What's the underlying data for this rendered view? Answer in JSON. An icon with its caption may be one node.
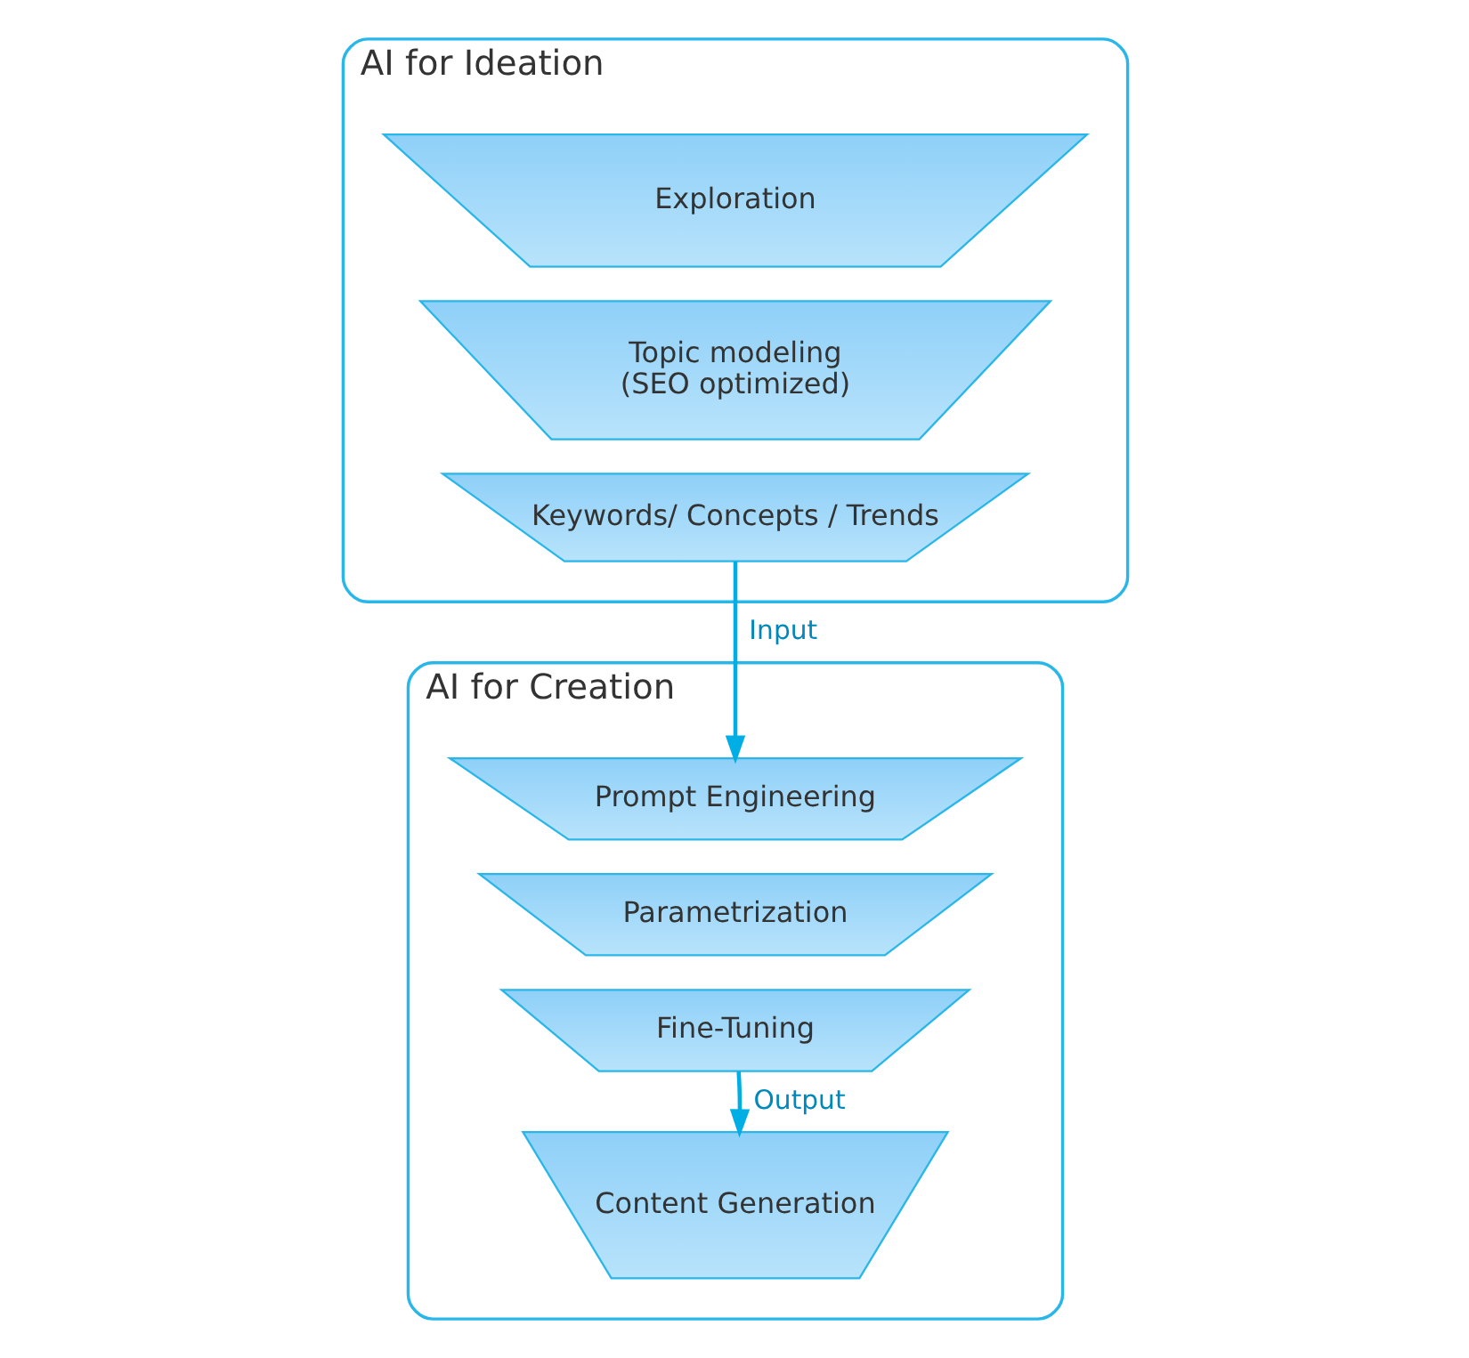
{
  "diagram": {
    "nodes": [
      {
        "text": [
          "AI for Ideation"
        ]
      },
      {
        "text": [
          "Exploration"
        ],
        "in": 0
      },
      {
        "text": [
          "Topic modeling",
          "(SEO optimized)"
        ],
        "in": 0
      },
      {
        "text": [
          "Keywords/ Concepts / Trends"
        ],
        "in": 0
      },
      {
        "text": [
          "AI for Creation"
        ]
      },
      {
        "text": [
          "Prompt Engineering"
        ],
        "in": 4
      },
      {
        "text": [
          "Parametrization"
        ],
        "in": 4
      },
      {
        "text": [
          "Fine-Tuning"
        ],
        "in": 4
      },
      {
        "text": [
          "Content Generation"
        ],
        "in": 4
      }
    ],
    "edges": [
      {
        "from": 3,
        "to": 5,
        "arrow": "to",
        "label": "Input"
      },
      {
        "from": 7,
        "to": 8,
        "arrow": "to",
        "label": "Output"
      }
    ]
  }
}
